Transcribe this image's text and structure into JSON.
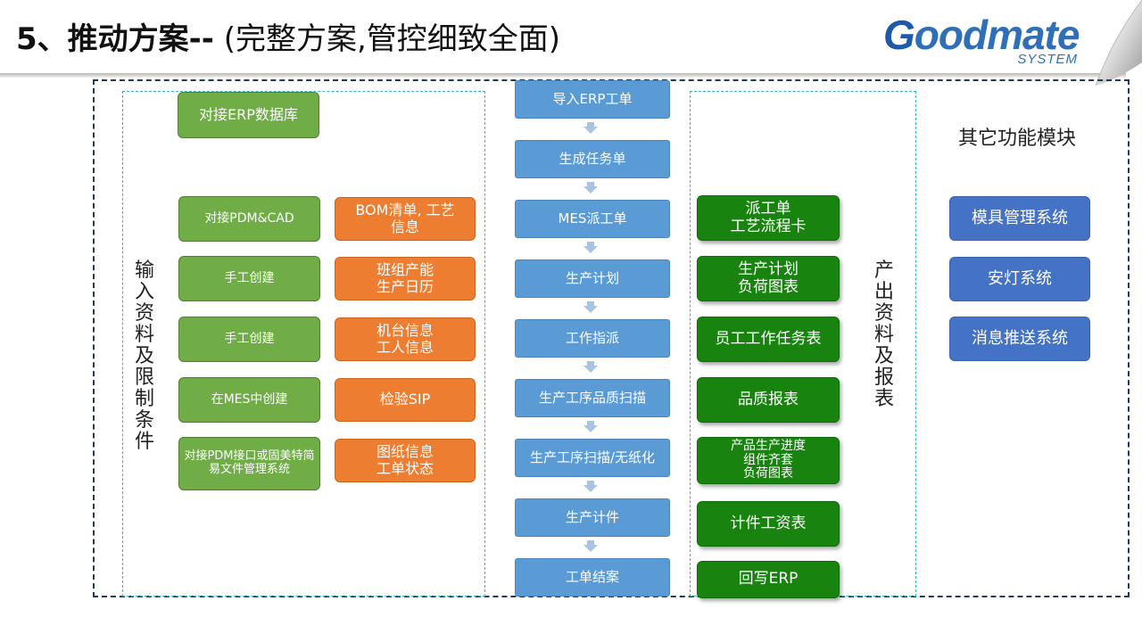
{
  "header": {
    "title_bold": "5、推动方案--",
    "title_rest": " (完整方案,管控细致全面)"
  },
  "logo": {
    "word_first": "G",
    "word_rest": "oodmate",
    "sub": "SYSTEM"
  },
  "input_section": {
    "label": "输入资料及限制条件",
    "erp_db": "对接ERP数据库",
    "green_items": [
      "对接PDM&CAD",
      "手工创建",
      "手工创建",
      "在MES中创建",
      "对接PDM接口或固美特简易文件管理系统"
    ],
    "orange_items": [
      "BOM清单, 工艺\n信息",
      "班组产能\n生产日历",
      "机台信息\n工人信息",
      "检验SIP",
      "图纸信息\n工单状态"
    ]
  },
  "flow": [
    "导入ERP工单",
    "生成任务单",
    "MES派工单",
    "生产计划",
    "工作指派",
    "生产工序品质扫描",
    "生产工序扫描/无纸化",
    "生产计件",
    "工单结案"
  ],
  "output_section": {
    "label": "产出资料及报表",
    "items": [
      "派工单\n工艺流程卡",
      "生产计划\n负荷图表",
      "员工工作任务表",
      "品质报表",
      "产品生产进度\n组件齐套\n负荷图表",
      "计件工资表",
      "回写ERP"
    ]
  },
  "other_modules": {
    "title": "其它功能模块",
    "items": [
      "模具管理系统",
      "安灯系统",
      "消息推送系统"
    ]
  }
}
